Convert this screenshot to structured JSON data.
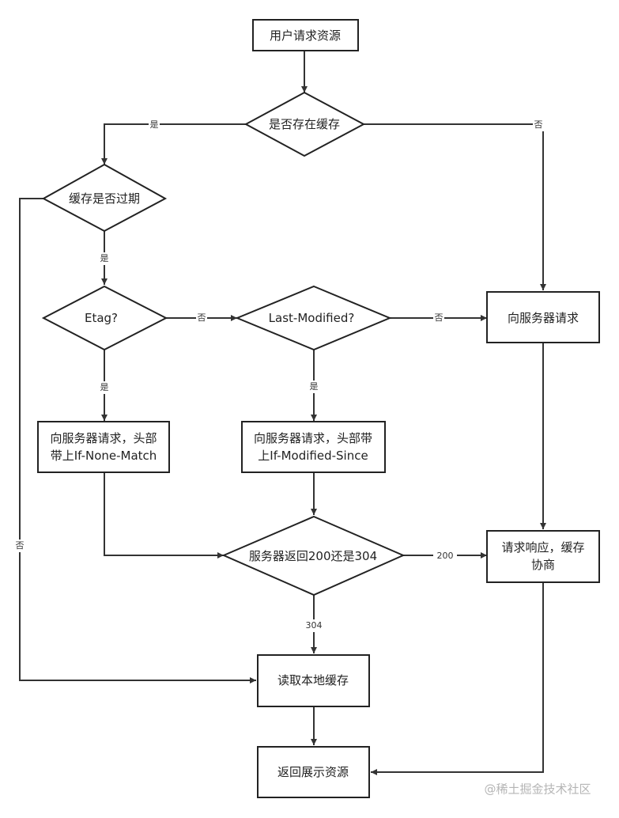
{
  "nodes": {
    "start": [
      "用户请求资源"
    ],
    "has_cache": [
      "是否存在缓存"
    ],
    "expired": [
      "缓存是否过期"
    ],
    "etag": [
      "Etag?"
    ],
    "last_modified": [
      "Last-Modified?"
    ],
    "server_request": [
      "向服务器请求"
    ],
    "req_if_none_match": [
      "向服务器请求，头部",
      "带上If-None-Match"
    ],
    "req_if_modified_since": [
      "向服务器请求，头部带",
      "上If-Modified-Since"
    ],
    "server_return": [
      "服务器返回200还是304"
    ],
    "response_cache": [
      "请求响应，缓存",
      "协商"
    ],
    "read_local": [
      "读取本地缓存"
    ],
    "return_display": [
      "返回展示资源"
    ]
  },
  "edge_labels": {
    "has_cache_yes": "是",
    "has_cache_no": "否",
    "expired_yes": "是",
    "expired_no": "否",
    "etag_no": "否",
    "etag_yes": "是",
    "last_modified_no": "否",
    "last_modified_yes": "是",
    "return_200": "200",
    "return_304": "304"
  },
  "watermark": "@稀土掘金技术社区"
}
